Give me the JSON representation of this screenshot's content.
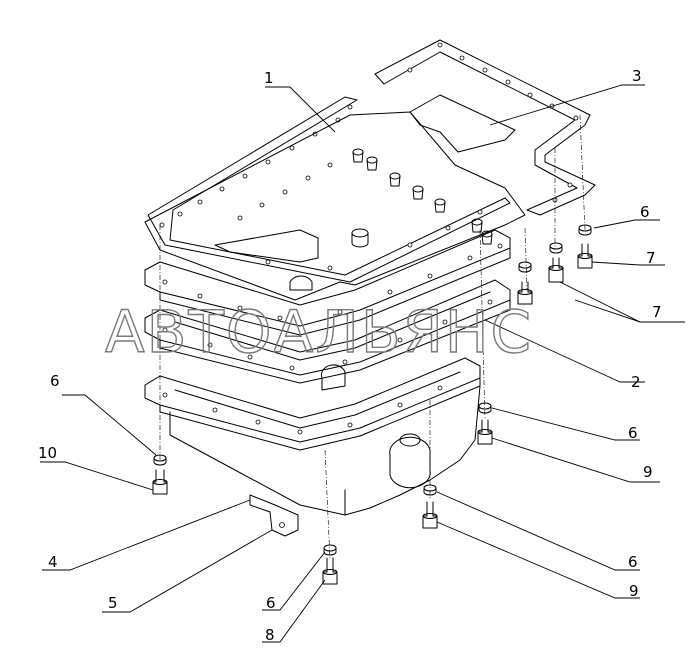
{
  "watermark": "АВТОАЛЬЯНС",
  "callouts": {
    "c1": "1",
    "c2": "2",
    "c3": "3",
    "c4": "4",
    "c5": "5",
    "c6a": "6",
    "c6b": "6",
    "c6c": "6",
    "c6d": "6",
    "c6e": "6",
    "c7a": "7",
    "c7b": "7",
    "c8": "8",
    "c9a": "9",
    "c9b": "9",
    "c10": "10"
  }
}
